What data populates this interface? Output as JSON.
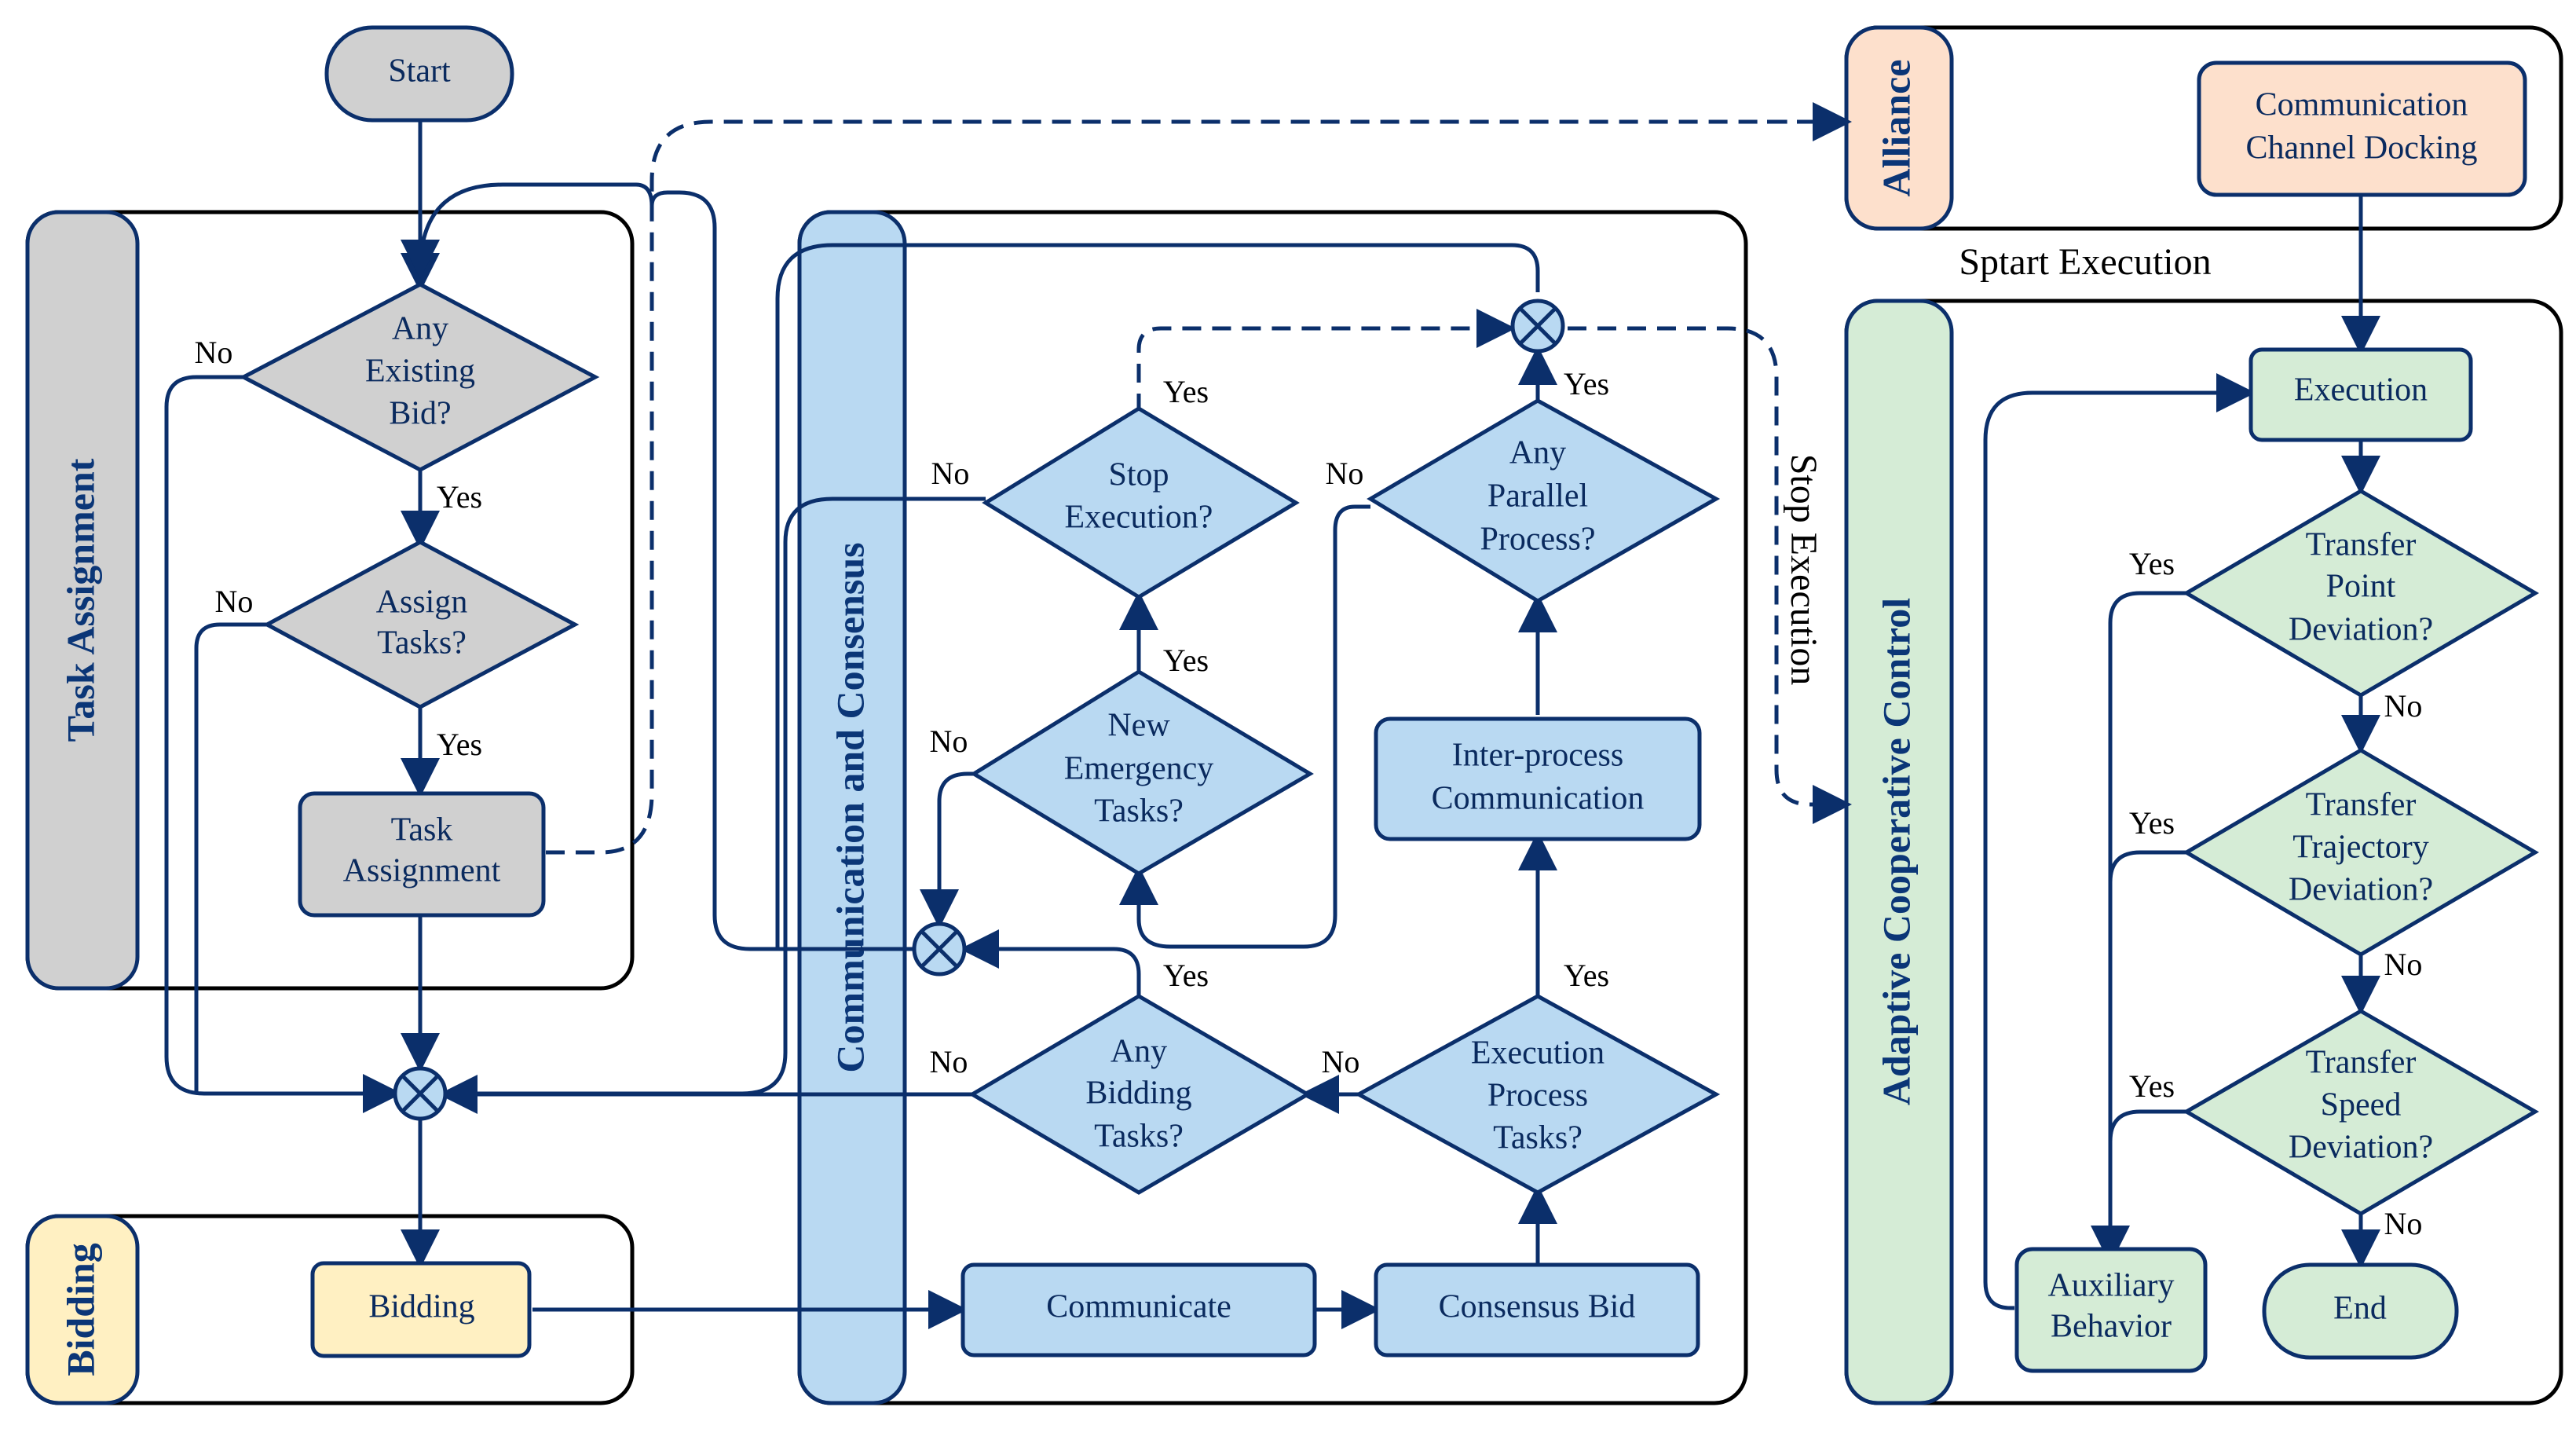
{
  "colors": {
    "gray": "#d0d0d0",
    "blue": "#b9d9f2",
    "green": "#d5ecd6",
    "yellow": "#fff0c2",
    "peach": "#fde0cc",
    "line": "#0b2f6b"
  },
  "lanes": {
    "task_assignment": "Task Assignment",
    "bidding": "Bidding",
    "communication": "Communication and Consensus",
    "alliance": "Alliance",
    "adaptive": "Adaptive Cooperative Control"
  },
  "nodes": {
    "start": "Start",
    "any_existing_bid": [
      "Any",
      "Existing",
      "Bid?"
    ],
    "assign_tasks": [
      "Assign",
      "Tasks?"
    ],
    "task_assignment_box": [
      "Task",
      "Assignment"
    ],
    "bidding_box": "Bidding",
    "communicate": "Communicate",
    "consensus_bid": "Consensus Bid",
    "any_bidding_tasks": [
      "Any",
      "Bidding",
      "Tasks?"
    ],
    "execution_process_tasks": [
      "Execution",
      "Process",
      "Tasks?"
    ],
    "new_emergency_tasks": [
      "New",
      "Emergency",
      "Tasks?"
    ],
    "stop_execution_q": [
      "Stop",
      "Execution?"
    ],
    "inter_process": [
      "Inter-process",
      "Communication"
    ],
    "any_parallel": [
      "Any",
      "Parallel",
      "Process?"
    ],
    "comm_channel": [
      "Communication",
      "Channel Docking"
    ],
    "execution": "Execution",
    "transfer_point": [
      "Transfer",
      "Point",
      "Deviation?"
    ],
    "transfer_trajectory": [
      "Transfer",
      "Trajectory",
      "Deviation?"
    ],
    "transfer_speed": [
      "Transfer",
      "Speed",
      "Deviation?"
    ],
    "auxiliary": [
      "Auxiliary",
      "Behavior"
    ],
    "end": "End"
  },
  "labels": {
    "yes": "Yes",
    "no": "No",
    "sptart_execution": "Sptart Execution",
    "stop_execution": "Stop Execution"
  }
}
